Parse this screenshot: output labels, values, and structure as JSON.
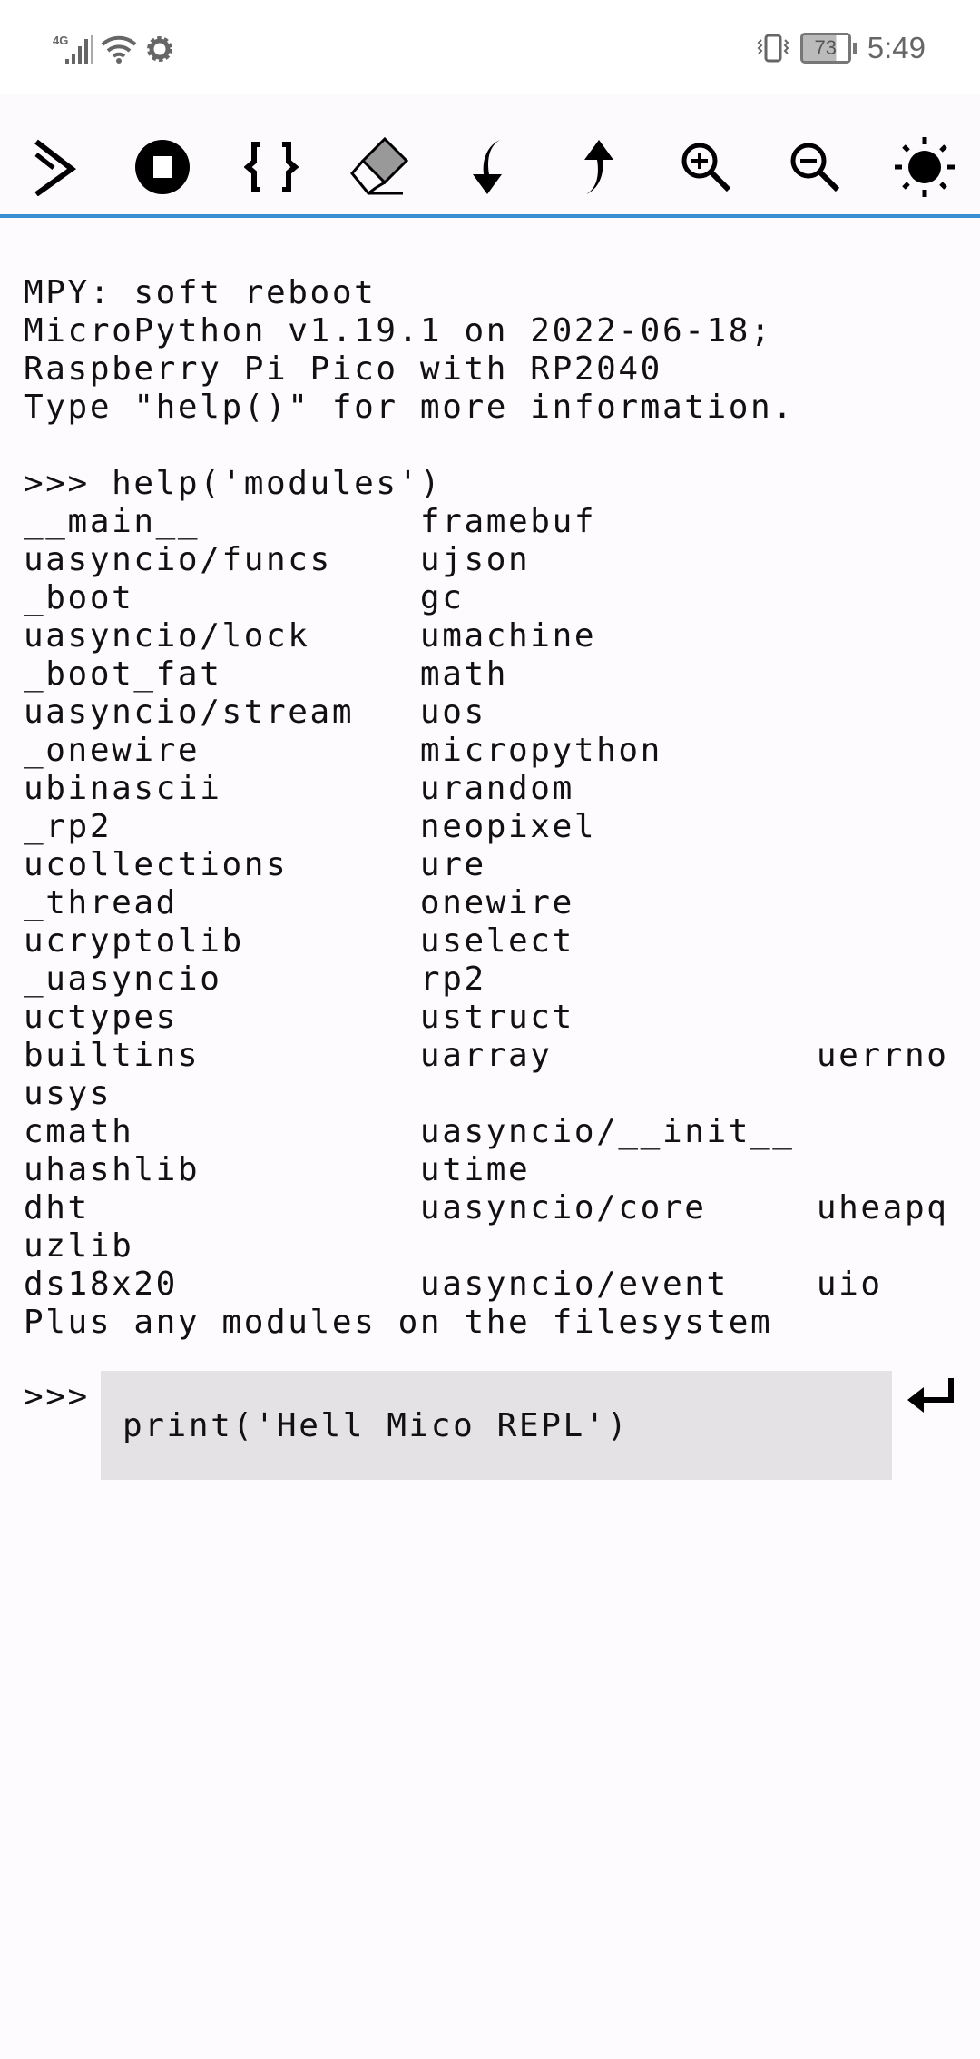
{
  "status_bar": {
    "network": "4G",
    "battery": "73",
    "time": "5:49"
  },
  "toolbar": {
    "icons": [
      "run-icon",
      "stop-icon",
      "braces-icon",
      "eraser-icon",
      "download-icon",
      "upload-icon",
      "zoom-in-icon",
      "zoom-out-icon",
      "brightness-icon"
    ]
  },
  "terminal": {
    "lines": [
      "MPY: soft reboot",
      "MicroPython v1.19.1 on 2022-06-18;",
      "Raspberry Pi Pico with RP2040",
      "Type \"help()\" for more information.",
      "",
      ">>> help('modules')",
      "__main__          framebuf",
      "uasyncio/funcs    ujson",
      "_boot             gc",
      "uasyncio/lock     umachine",
      "_boot_fat         math",
      "uasyncio/stream   uos",
      "_onewire          micropython",
      "ubinascii         urandom",
      "_rp2              neopixel",
      "ucollections      ure",
      "_thread           onewire",
      "ucryptolib        uselect",
      "_uasyncio         rp2",
      "uctypes           ustruct",
      "builtins          uarray            uerrno",
      "usys",
      "cmath             uasyncio/__init__",
      "uhashlib          utime",
      "dht               uasyncio/core     uheapq",
      "uzlib",
      "ds18x20           uasyncio/event    uio",
      "Plus any modules on the filesystem"
    ]
  },
  "repl": {
    "prompt": ">>>",
    "input_value": "print('Hell Mico REPL')"
  }
}
